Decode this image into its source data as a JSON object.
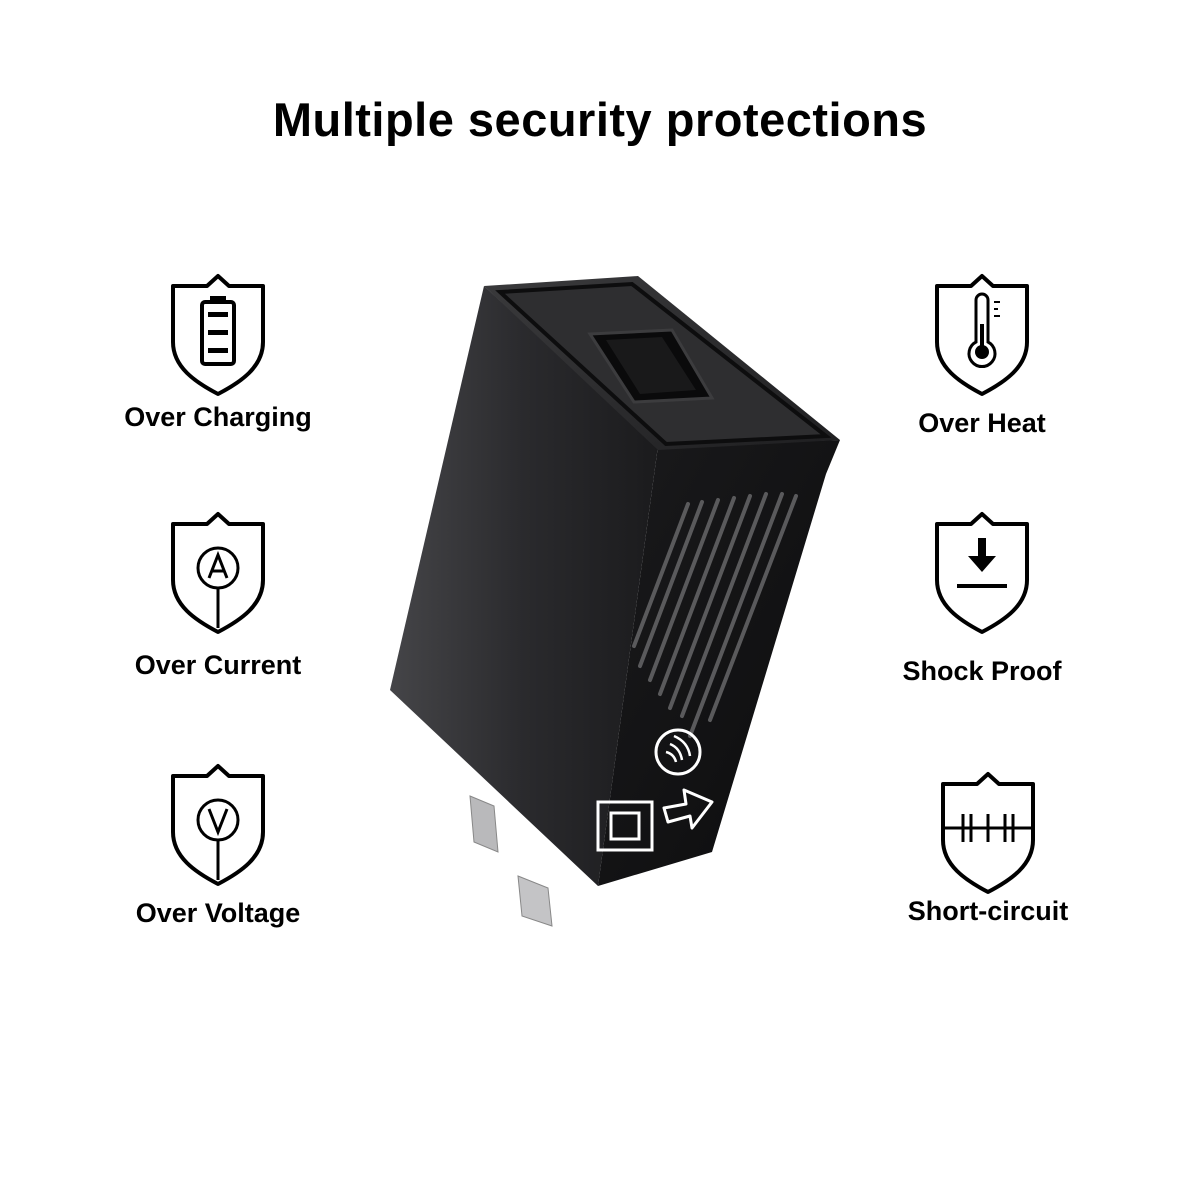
{
  "title": "Multiple security protections",
  "left_features": [
    {
      "label": "Over Charging",
      "icon": "battery-shield-icon"
    },
    {
      "label": "Over Current",
      "icon": "ammeter-shield-icon"
    },
    {
      "label": "Over Voltage",
      "icon": "voltmeter-shield-icon"
    }
  ],
  "right_features": [
    {
      "label": "Over Heat",
      "icon": "thermometer-shield-icon"
    },
    {
      "label": "Shock Proof",
      "icon": "impact-shield-icon"
    },
    {
      "label": "Short-circuit",
      "icon": "circuit-shield-icon"
    }
  ],
  "product": {
    "name": "usb-wall-charger",
    "color": "#1c1c1e"
  },
  "colors": {
    "text": "#000000",
    "background": "#ffffff"
  }
}
